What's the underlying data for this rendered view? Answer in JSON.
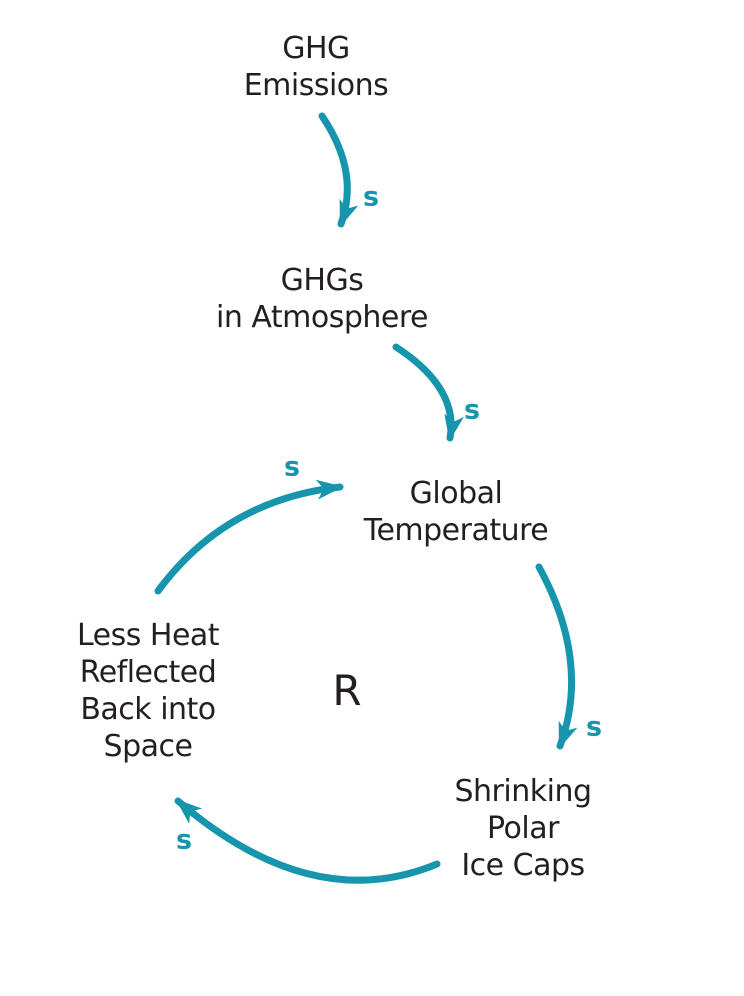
{
  "colors": {
    "accent": "#1795AD",
    "text": "#231F20",
    "background": "#FFFFFF"
  },
  "loop": {
    "label": "R",
    "type": "reinforcing"
  },
  "nodes": {
    "ghg_emissions": {
      "label": "GHG\nEmissions"
    },
    "ghgs_in_atmosphere": {
      "label": "GHGs\nin Atmosphere"
    },
    "global_temperature": {
      "label": "Global\nTemperature"
    },
    "less_heat_reflected": {
      "label": "Less Heat\nReflected\nBack into\nSpace"
    },
    "shrinking_polar_ice_caps": {
      "label": "Shrinking\nPolar\nIce Caps"
    }
  },
  "edges": [
    {
      "from": "ghg_emissions",
      "to": "ghgs_in_atmosphere",
      "polarity": "s"
    },
    {
      "from": "ghgs_in_atmosphere",
      "to": "global_temperature",
      "polarity": "s"
    },
    {
      "from": "global_temperature",
      "to": "shrinking_polar_ice_caps",
      "polarity": "s"
    },
    {
      "from": "shrinking_polar_ice_caps",
      "to": "less_heat_reflected",
      "polarity": "s"
    },
    {
      "from": "less_heat_reflected",
      "to": "global_temperature",
      "polarity": "s"
    }
  ]
}
